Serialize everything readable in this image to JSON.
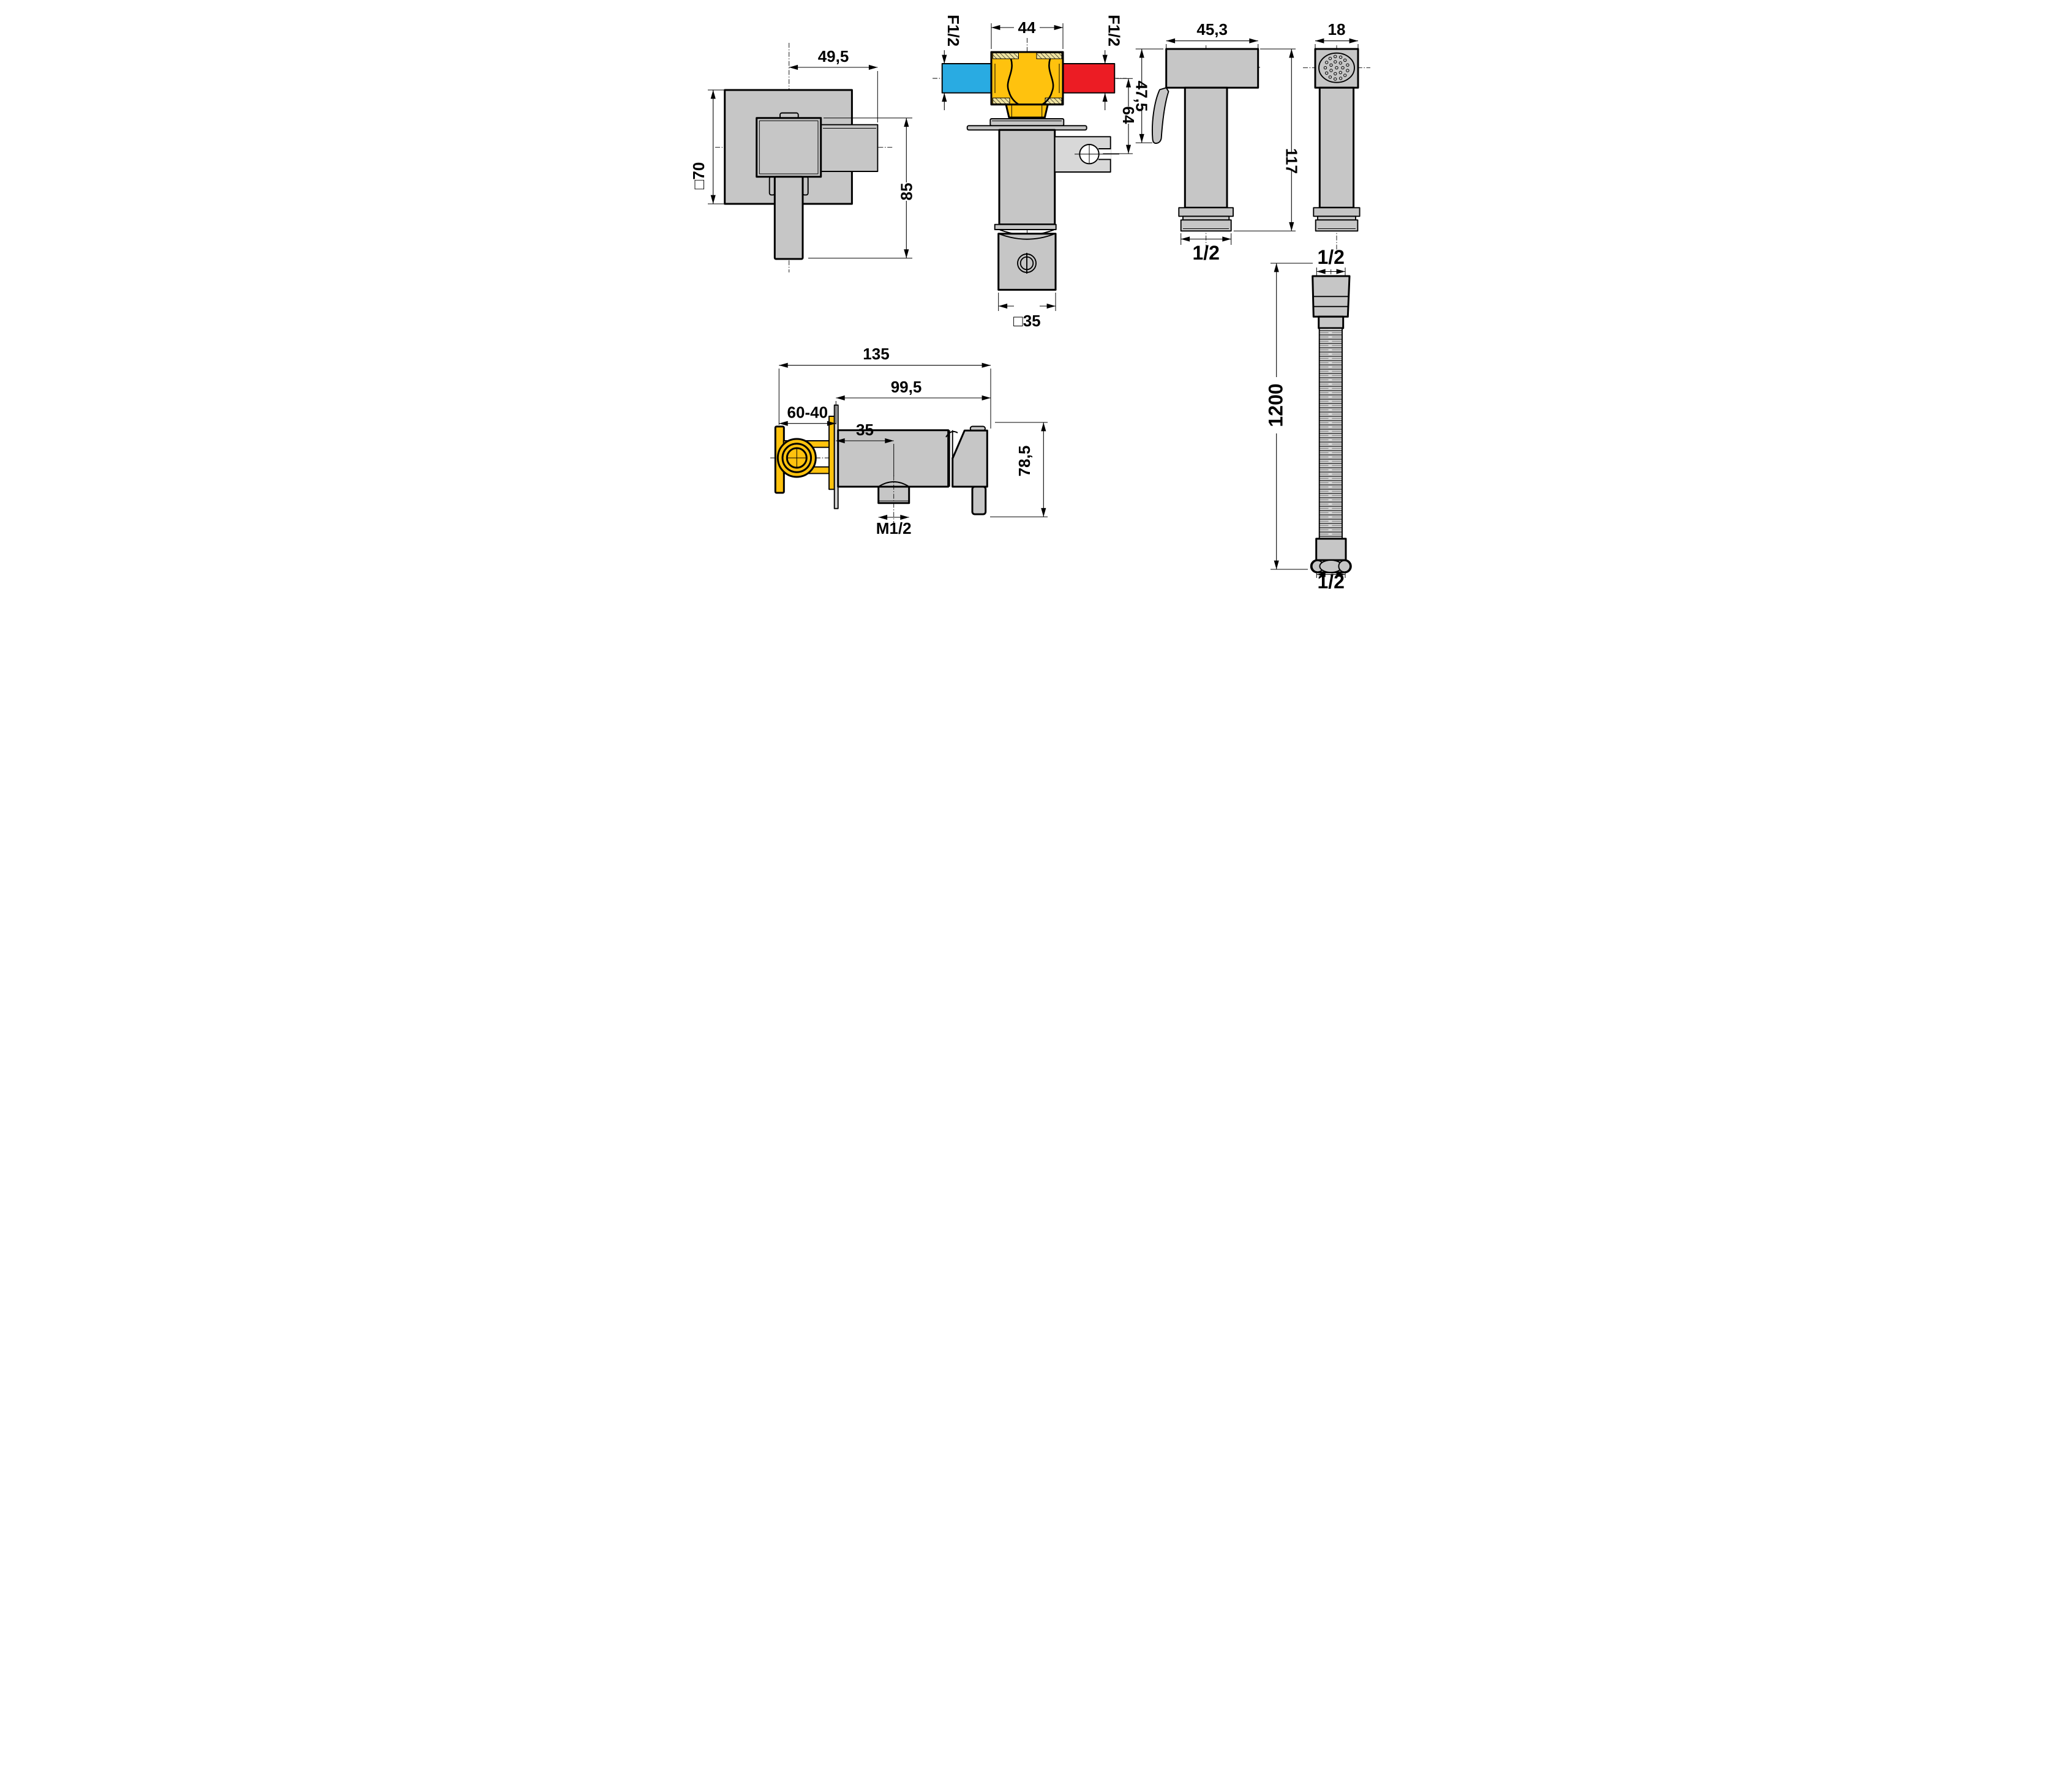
{
  "colors": {
    "gray": "#C6C6C6",
    "gray_light": "#D8D8D8",
    "yellow": "#FFC20E",
    "hatch": "#EFE3A1",
    "blue": "#29ABE2",
    "red": "#EC1C24"
  },
  "views": {
    "mixer_front": {
      "dim_center_to_spout": "49,5",
      "dim_plate_square": "□70",
      "dim_height": "85"
    },
    "mixer_section": {
      "dim_valve_width": "44",
      "thread_cold": "F1/2",
      "thread_hot": "F1/2",
      "dim_pipe_to_holder": "64",
      "dim_base_square": "□35"
    },
    "sprayer_side": {
      "dim_head_depth": "45,3",
      "dim_lever_drop": "47,5",
      "dim_total_height": "117",
      "dim_thread": "1/2"
    },
    "sprayer_front": {
      "dim_head_width": "18"
    },
    "mixer_side": {
      "dim_total_length": "135",
      "dim_body_length": "99,5",
      "dim_wall_range": "60-40",
      "dim_wall_to_outlet": "35",
      "dim_outlet_thread": "M1/2",
      "dim_height": "78,5"
    },
    "hose": {
      "thread_top": "1/2",
      "dim_length": "1200",
      "thread_bottom": "1/2"
    }
  }
}
